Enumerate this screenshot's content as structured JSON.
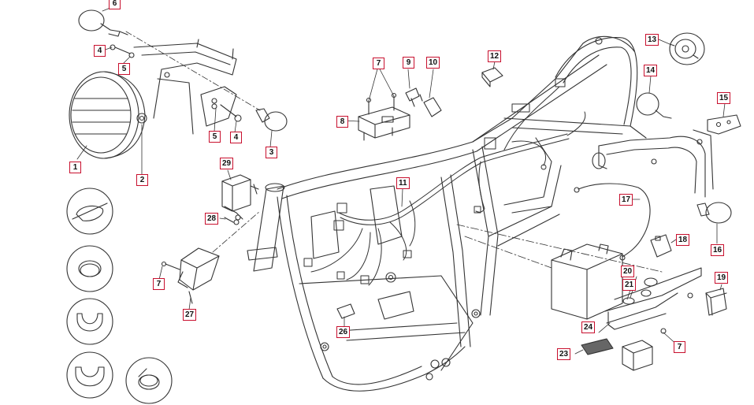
{
  "diagram": {
    "callouts": [
      {
        "id": "c1",
        "text": "1"
      },
      {
        "id": "c2",
        "text": "2"
      },
      {
        "id": "c3",
        "text": "3"
      },
      {
        "id": "c4a",
        "text": "4"
      },
      {
        "id": "c4b",
        "text": "4"
      },
      {
        "id": "c5a",
        "text": "5"
      },
      {
        "id": "c5b",
        "text": "5"
      },
      {
        "id": "c6",
        "text": "6"
      },
      {
        "id": "c7a",
        "text": "7"
      },
      {
        "id": "c7b",
        "text": "7"
      },
      {
        "id": "c7c",
        "text": "7"
      },
      {
        "id": "c8",
        "text": "8"
      },
      {
        "id": "c9",
        "text": "9"
      },
      {
        "id": "c10",
        "text": "10"
      },
      {
        "id": "c11",
        "text": "11"
      },
      {
        "id": "c12",
        "text": "12"
      },
      {
        "id": "c13",
        "text": "13"
      },
      {
        "id": "c14",
        "text": "14"
      },
      {
        "id": "c15",
        "text": "15"
      },
      {
        "id": "c16",
        "text": "16"
      },
      {
        "id": "c17",
        "text": "17"
      },
      {
        "id": "c18",
        "text": "18"
      },
      {
        "id": "c19",
        "text": "19"
      },
      {
        "id": "c20",
        "text": "20"
      },
      {
        "id": "c21",
        "text": "21"
      },
      {
        "id": "c23",
        "text": "23"
      },
      {
        "id": "c24",
        "text": "24"
      },
      {
        "id": "c26",
        "text": "26"
      },
      {
        "id": "c27",
        "text": "27"
      },
      {
        "id": "c28",
        "text": "28"
      },
      {
        "id": "c29",
        "text": "29"
      }
    ],
    "colors": {
      "callout_border": "#c8102e",
      "line_art": "#333333",
      "fill": "#ffffff"
    }
  }
}
